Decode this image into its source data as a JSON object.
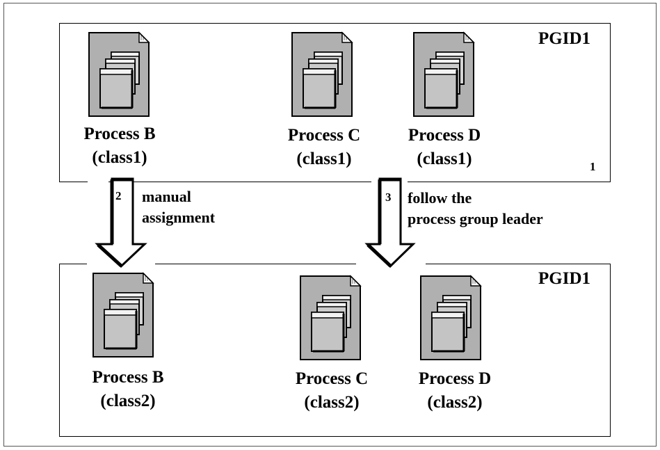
{
  "groups": [
    {
      "pgid": "PGID1",
      "processes": [
        {
          "name": "Process B",
          "class": "(class1)"
        },
        {
          "name": "Process C",
          "class": "(class1)"
        },
        {
          "name": "Process D",
          "class": "(class1)"
        }
      ],
      "step_number": "1"
    },
    {
      "pgid": "PGID1",
      "processes": [
        {
          "name": "Process B",
          "class": "(class2)"
        },
        {
          "name": "Process C",
          "class": "(class2)"
        },
        {
          "name": "Process D",
          "class": "(class2)"
        }
      ]
    }
  ],
  "transitions": [
    {
      "number": "2",
      "line1": "manual",
      "line2": "assignment"
    },
    {
      "number": "3",
      "line1": "follow the",
      "line2": "process group leader"
    }
  ],
  "icon_name": "process-document-icon"
}
